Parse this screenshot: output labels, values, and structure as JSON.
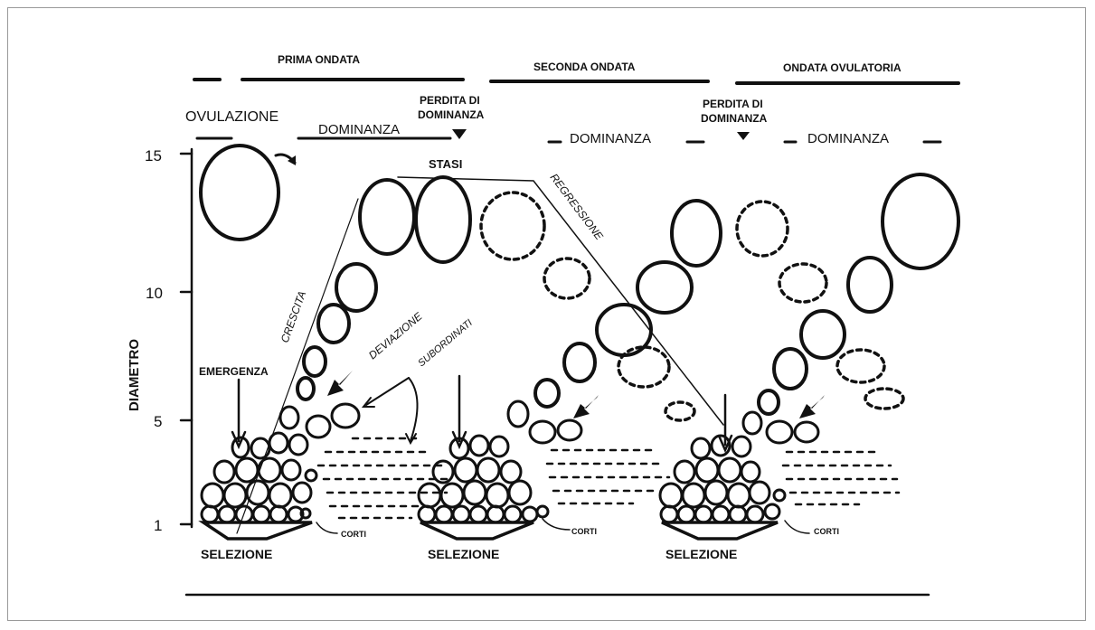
{
  "waves": {
    "first": "PRIMA ONDATA",
    "second": "SECONDA ONDATA",
    "ovulatory": "ONDATA OVULATORIA"
  },
  "events": {
    "ovulation": "OVULAZIONE",
    "dominance": "DOMINANZA",
    "loss_dominance_line1": "PERDITA DI",
    "loss_dominance_line2": "DOMINANZA",
    "stasis": "STASI",
    "regression": "REGRESSIONE",
    "growth": "CRESCITA",
    "deviation": "DEVIAZIONE",
    "subordinates": "SUBORDINATI",
    "emergence": "EMERGENZA",
    "selection": "SELEZIONE",
    "short": "CORTI"
  },
  "axis": {
    "ylabel": "DIAMETRO",
    "ticks": [
      "1",
      "5",
      "10",
      "15"
    ]
  }
}
